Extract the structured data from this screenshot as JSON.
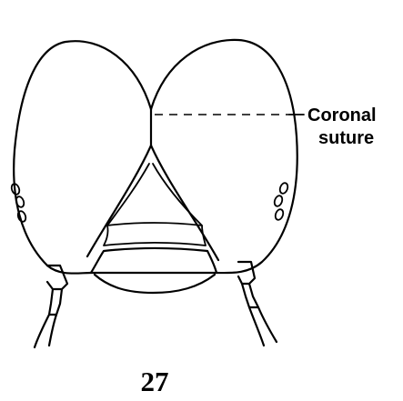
{
  "callout": {
    "line1": "Coronal",
    "line2": "suture"
  },
  "figure_number": "27"
}
